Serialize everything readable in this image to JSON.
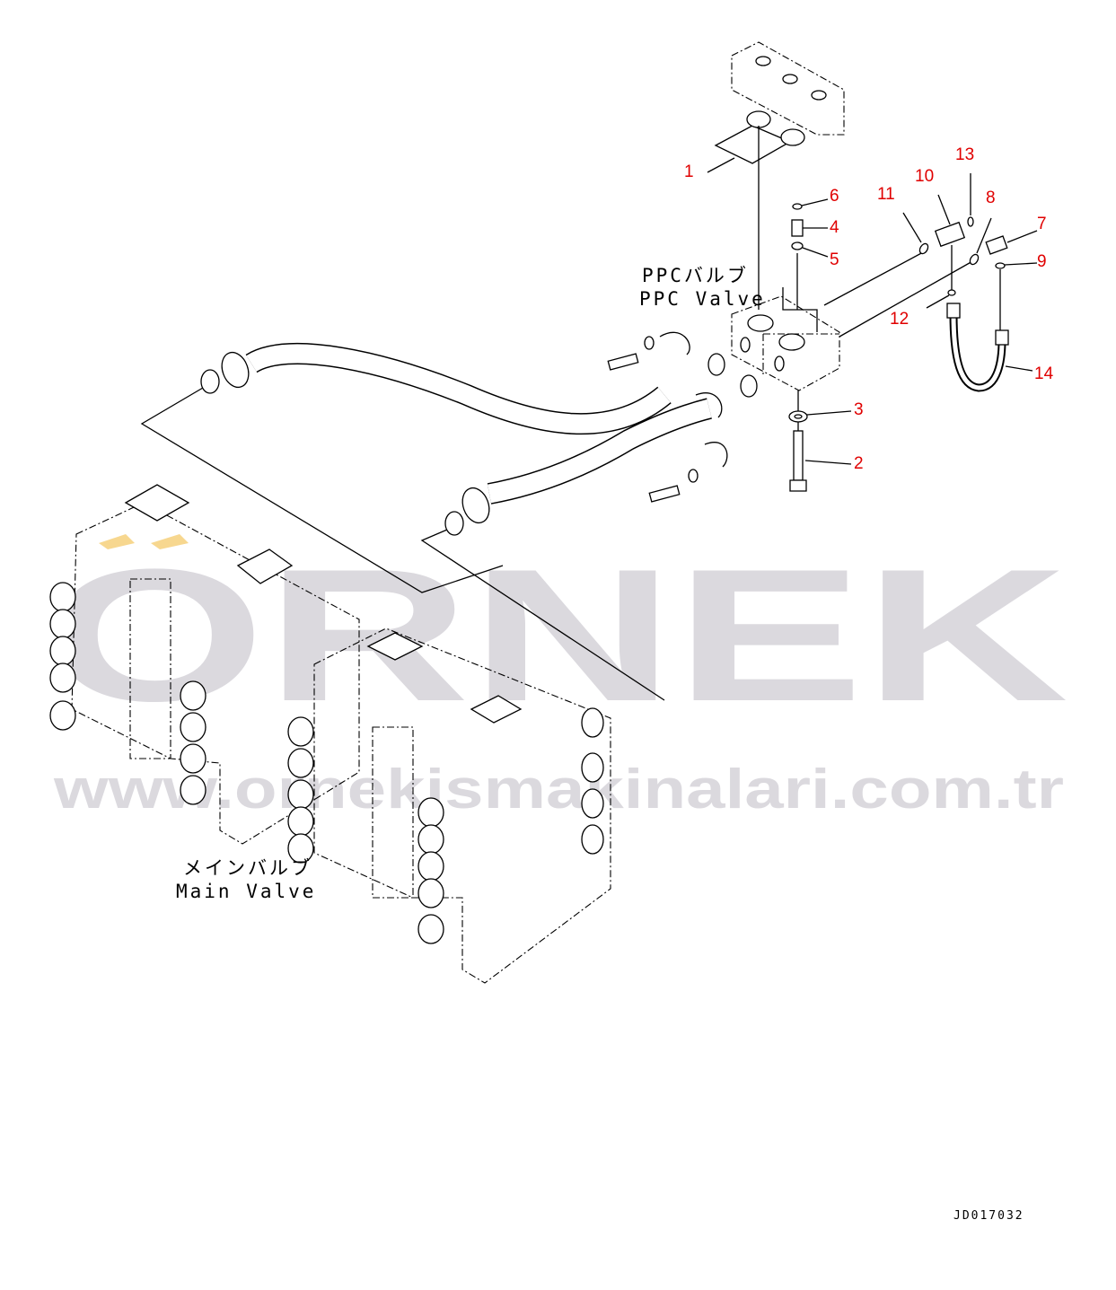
{
  "diagram": {
    "ppc_valve_label_jp": "PPCバルブ",
    "ppc_valve_label_en": "PPC Valve",
    "main_valve_label_jp": "メインバルブ",
    "main_valve_label_en": "Main Valve",
    "drawing_code": "JD017032",
    "callouts": [
      "1",
      "2",
      "3",
      "4",
      "5",
      "6",
      "7",
      "8",
      "9",
      "10",
      "11",
      "12",
      "13",
      "14"
    ],
    "callout_color": "#e00000"
  },
  "watermark": {
    "brand": "ORNEK",
    "url": "www.ornekismakinalari.com.tr"
  }
}
